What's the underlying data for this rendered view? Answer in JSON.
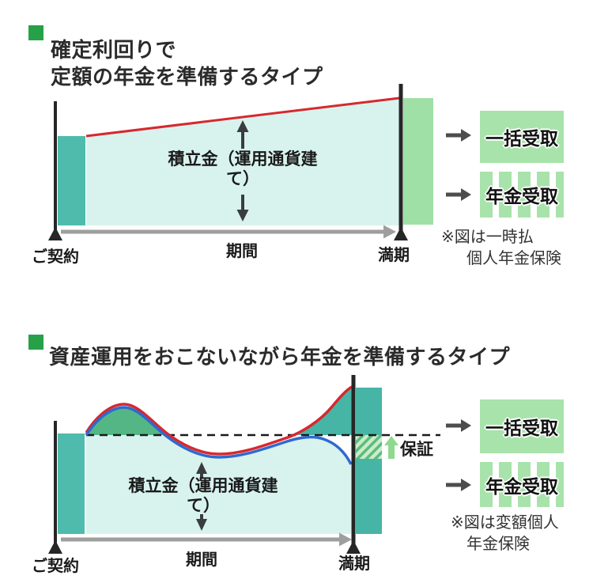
{
  "section1": {
    "title_lines": [
      "確定利回りで",
      "定額の年金を準備するタイプ"
    ],
    "diagram": {
      "savings_label_line1": "積立金",
      "savings_label_line2": "（運用通貨建て）",
      "period_label": "期間",
      "contract_label": "ご契約",
      "maturity_label": "満期"
    },
    "payouts": {
      "lump_sum": "一括受取",
      "annuity": "年金受取"
    },
    "note_lines": [
      "※図は一時払",
      "個人年金保険"
    ]
  },
  "section2": {
    "title_lines": [
      "資産運用をおこないながら年金を準備するタイプ"
    ],
    "diagram": {
      "savings_label_line1": "積立金",
      "savings_label_line2": "（運用通貨建て）",
      "period_label": "期間",
      "contract_label": "ご契約",
      "maturity_label": "満期",
      "guarantee_label": "保証"
    },
    "payouts": {
      "lump_sum": "一括受取",
      "annuity": "年金受取"
    },
    "note_lines": [
      "※図は変額個人",
      "年金保険"
    ]
  },
  "icons": {
    "section_bullet": "green-square",
    "flow_arrow": "→",
    "period_arrow": "→",
    "range_arrow": "↕",
    "guarantee_arrow": "↑"
  },
  "colors": {
    "bullet_green": "#27a147",
    "premium_teal": "#4fbbac",
    "maturity_teal": "#47b5a6",
    "accumulation_mint": "#d8f3ee",
    "maturity_light_green": "#9fe0a6",
    "payout_box_green": "#a8e3ab",
    "gain_green": "#54b685",
    "fixed_yield_red": "#d7282f",
    "accumulation_blue": "#3069cf",
    "axis_black": "#262626",
    "period_arrow_gray": "#9e9e9e",
    "flow_arrow_gray": "#4d4d4d",
    "hatch_light": "#c9ecca",
    "hatch_dark": "#5cbb7c",
    "guarantee_arrow_green": "#8fd98f"
  }
}
